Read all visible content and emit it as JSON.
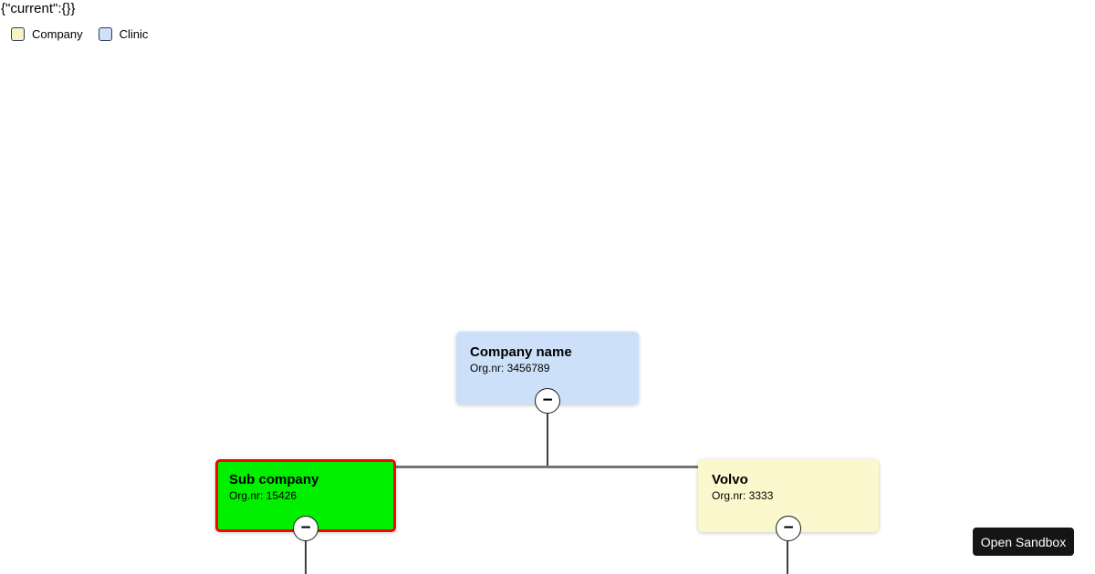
{
  "debug": {
    "text": "{\"current\":{}}"
  },
  "legend": {
    "items": [
      {
        "label": "Company",
        "swatch_color": "#f7f3c3"
      },
      {
        "label": "Clinic",
        "swatch_color": "#cfe0f7"
      }
    ]
  },
  "orgchart": {
    "nodes": {
      "root": {
        "title": "Company name",
        "org": "Org.nr: 3456789",
        "fill": "#cce1f9",
        "type": "clinic"
      },
      "sub": {
        "title": "Sub company",
        "org": "Org.nr: 15426",
        "fill": "#00f000",
        "border": "#ff0000",
        "selected": true
      },
      "volvo": {
        "title": "Volvo",
        "org": "Org.nr: 3333",
        "fill": "#faf8cc",
        "type": "company"
      }
    },
    "edges": [
      [
        "root",
        "sub"
      ],
      [
        "root",
        "volvo"
      ]
    ],
    "collapse_icon": "−"
  },
  "colors": {
    "connector_vertical": "#3f3f3f",
    "connector_horizontal": "#757575",
    "sandbox_button_bg": "#151515",
    "legend_swatch_border": "#2f3b63"
  },
  "sandbox": {
    "label": "Open Sandbox"
  }
}
